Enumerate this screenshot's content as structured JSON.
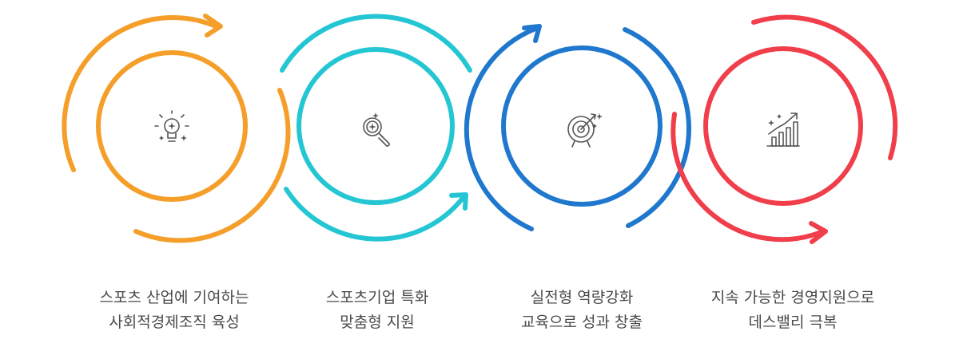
{
  "steps": [
    {
      "color": "#F59E29",
      "icon": "lightbulb-icon",
      "line1": "스포츠 산업에 기여하는",
      "line2": "사회적경제조직 육성"
    },
    {
      "color": "#24C6D3",
      "icon": "magnifier-icon",
      "line1": "스포츠기업 특화",
      "line2": "맞춤형 지원"
    },
    {
      "color": "#1F78CD",
      "icon": "target-icon",
      "line1": "실전형 역량강화",
      "line2": "교육으로 성과 창출"
    },
    {
      "color": "#F03E4A",
      "icon": "growth-chart-icon",
      "line1": "지속 가능한 경영지원으로",
      "line2": "데스밸리 극복"
    }
  ]
}
